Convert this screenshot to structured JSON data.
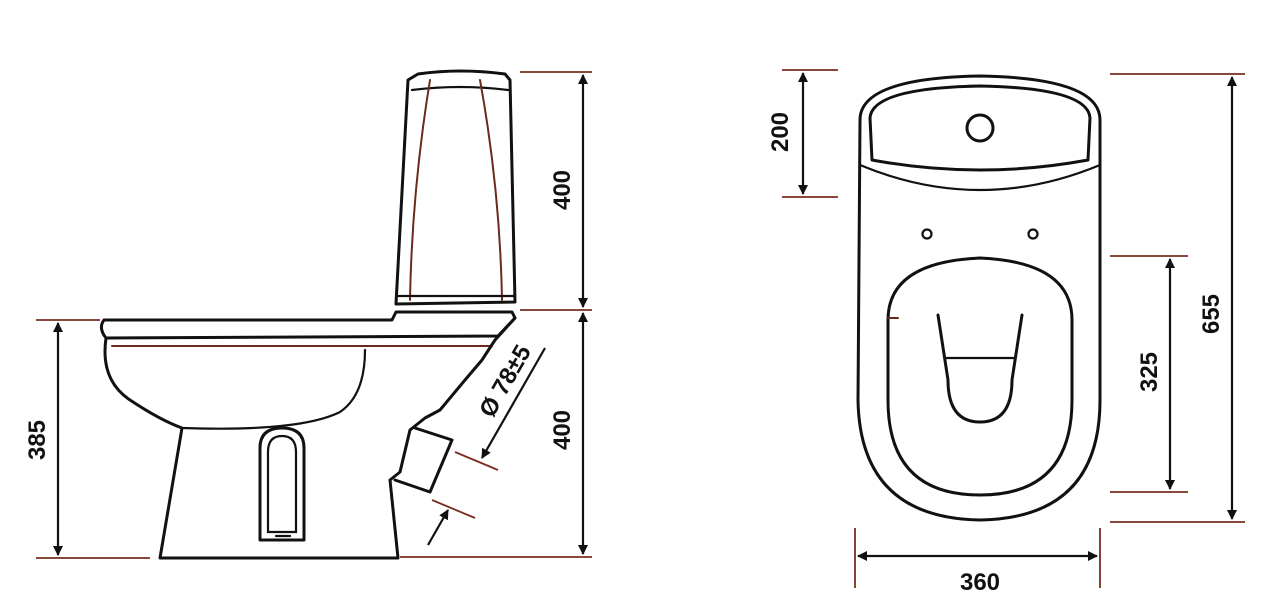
{
  "side_view": {
    "tank_height": "400",
    "bowl_height": "400",
    "seat_height": "385",
    "outlet_diameter": "Ø 78±5"
  },
  "top_view": {
    "tank_depth": "200",
    "bowl_length": "325",
    "total_length": "655",
    "width": "360"
  },
  "colors": {
    "outline": "#111111",
    "extension_lines": "#7a2e1e"
  }
}
